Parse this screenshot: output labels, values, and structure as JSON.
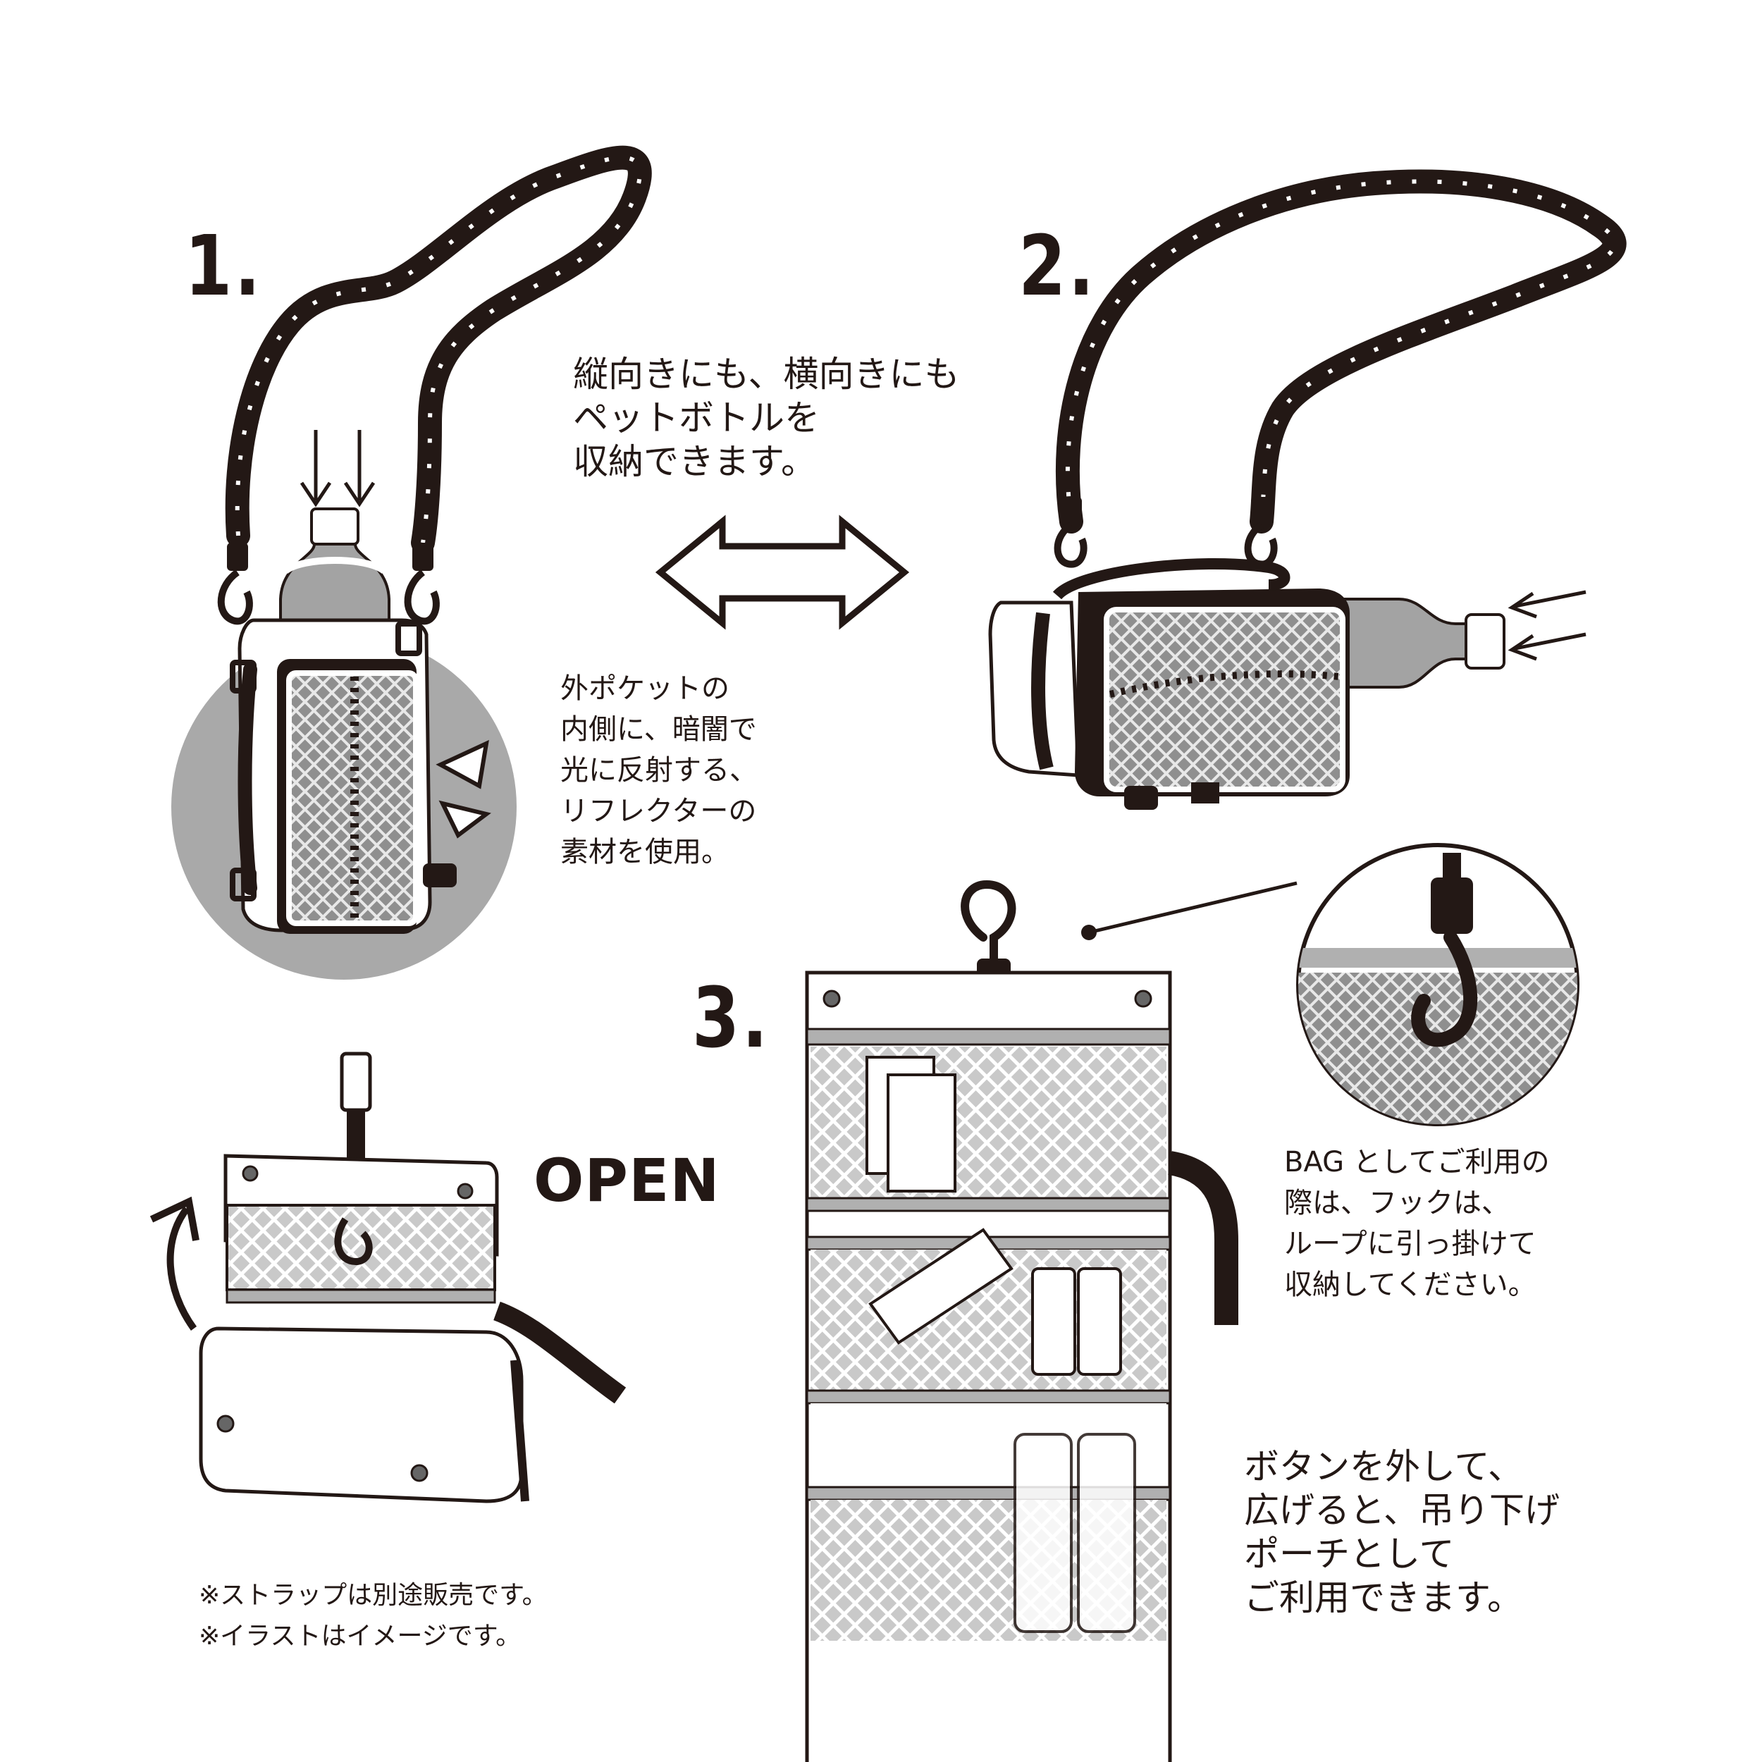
{
  "steps": {
    "step1": "1.",
    "step2": "2.",
    "step3": "3."
  },
  "text_orientation": [
    "縦向きにも、横向きにも",
    "ペットボトルを",
    "収納できます。"
  ],
  "text_reflector": [
    "外ポケットの",
    "内側に、暗闇で",
    "光に反射する、",
    "リフレクターの",
    "素材を使用。"
  ],
  "open_label": "OPEN",
  "text_bag_hook": [
    "BAG としてご利用の",
    "際は、フックは、",
    "ループに引っ掛けて",
    "収納してください。"
  ],
  "text_hanging_pouch": [
    "ボタンを外して、",
    "広げると、吊り下げ",
    "ポーチとして",
    "ご利用できます。"
  ],
  "notes": [
    "※ストラップは別途販売です。",
    "※イラストはイメージです。"
  ],
  "colors": {
    "ink": "#231815",
    "mesh_gray": "#b5b5b5",
    "circle_gray": "#a9a9a9",
    "bottle_gray": "#a3a3a3",
    "reflector_white": "#ffffff"
  }
}
